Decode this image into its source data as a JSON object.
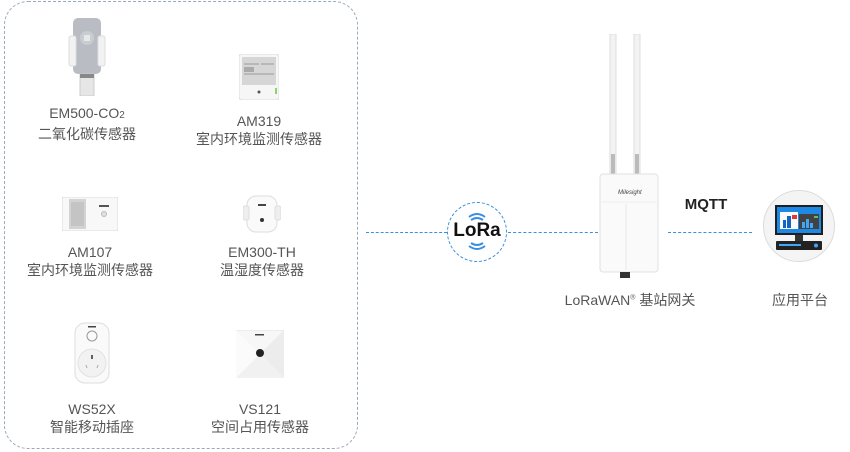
{
  "devices": [
    {
      "model": "EM500-CO",
      "model_sub": "2",
      "desc": "二氧化碳传感器",
      "icon": "co2-sensor-icon"
    },
    {
      "model": "AM319",
      "desc": "室内环境监测传感器",
      "icon": "indoor-env-sensor-icon"
    },
    {
      "model": "AM107",
      "desc": "室内环境监测传感器",
      "icon": "indoor-env-sensor-icon"
    },
    {
      "model": "EM300-TH",
      "desc": "温湿度传感器",
      "icon": "temp-humidity-sensor-icon"
    },
    {
      "model": "WS52X",
      "desc": "智能移动插座",
      "icon": "smart-plug-icon"
    },
    {
      "model": "VS121",
      "desc": "空间占用传感器",
      "icon": "occupancy-sensor-icon"
    }
  ],
  "lora": {
    "label": "LoRa"
  },
  "gateway": {
    "label_prefix": "LoRaWAN",
    "label_mark": "®",
    "label_suffix": " 基站网关"
  },
  "mqtt": {
    "label": "MQTT"
  },
  "platform": {
    "label": "应用平台"
  },
  "colors": {
    "link": "#3b8fe0",
    "panel_border": "#9aa9b8"
  }
}
